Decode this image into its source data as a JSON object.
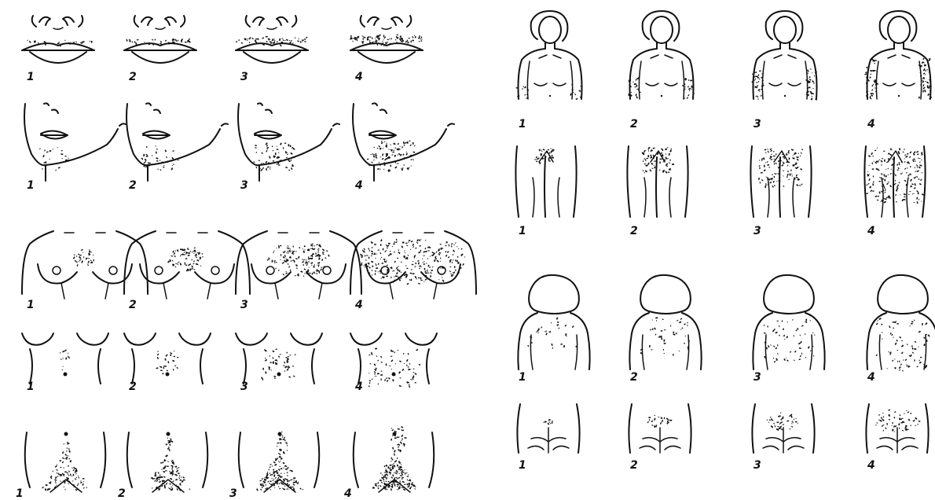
{
  "figure": {
    "left_panel": {
      "rows": [
        {
          "region": "upper lip",
          "scores": [
            "1",
            "2",
            "3",
            "4"
          ],
          "density": [
            0.15,
            0.35,
            0.6,
            0.95
          ]
        },
        {
          "region": "chin",
          "scores": [
            "1",
            "2",
            "3",
            "4"
          ],
          "density": [
            0.15,
            0.35,
            0.6,
            0.95
          ]
        },
        {
          "region": "chest",
          "scores": [
            "1",
            "2",
            "3",
            "4"
          ],
          "density": [
            0.1,
            0.25,
            0.55,
            1.0
          ]
        },
        {
          "region": "upper abdomen",
          "scores": [
            "1",
            "2",
            "3",
            "4"
          ],
          "density": [
            0.1,
            0.3,
            0.6,
            0.95
          ]
        },
        {
          "region": "lower abdomen",
          "scores": [
            "1",
            "2",
            "3",
            "4"
          ],
          "density": [
            0.2,
            0.4,
            0.7,
            1.0
          ]
        }
      ]
    },
    "right_panel": {
      "rows": [
        {
          "region": "upper arm",
          "scores": [
            "1",
            "2",
            "3",
            "4"
          ],
          "density": [
            0.15,
            0.35,
            0.6,
            0.95
          ]
        },
        {
          "region": "thigh",
          "scores": [
            "1",
            "2",
            "3",
            "4"
          ],
          "density": [
            0.15,
            0.35,
            0.65,
            1.0
          ]
        },
        {
          "region": "upper back",
          "scores": [
            "1",
            "2",
            "3",
            "4"
          ],
          "density": [
            0.2,
            0.4,
            0.65,
            0.95
          ]
        },
        {
          "region": "lower back",
          "scores": [
            "1",
            "2",
            "3",
            "4"
          ],
          "density": [
            0.1,
            0.35,
            0.65,
            0.95
          ]
        }
      ]
    },
    "ink_color": "#111111",
    "background_color": "#ffffff"
  }
}
